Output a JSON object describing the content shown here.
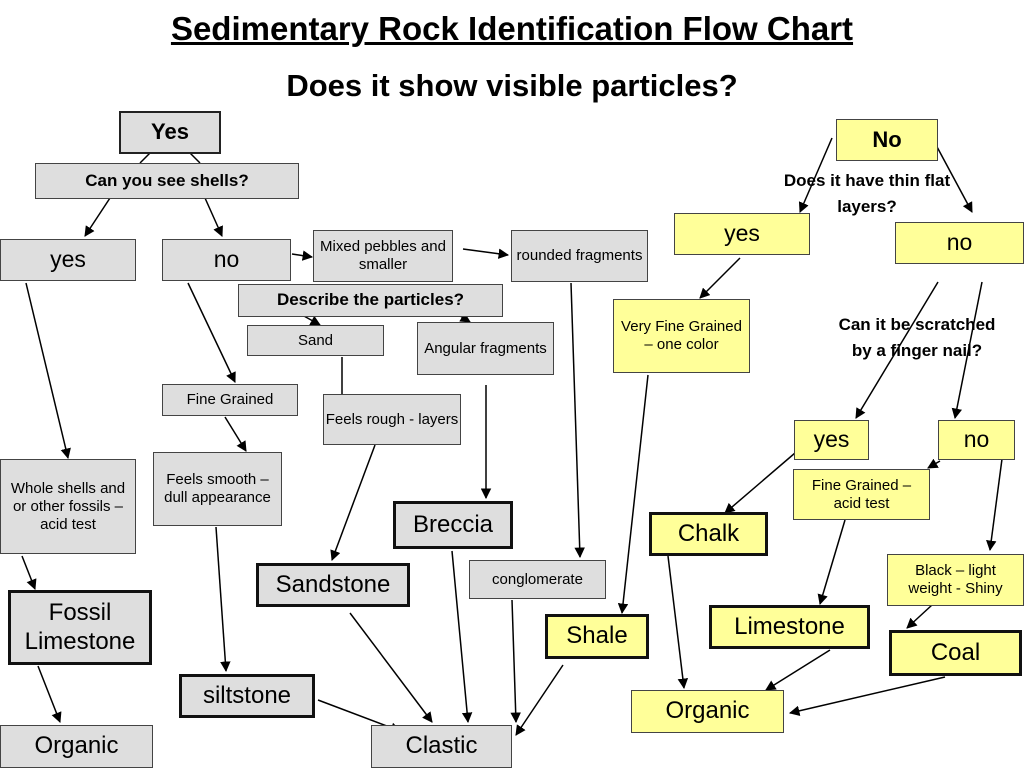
{
  "title": "Sedimentary Rock Identification Flow Chart",
  "question_main": "Does it show visible particles?",
  "left": {
    "yes": "Yes",
    "shells_q": "Can you see shells?",
    "shells_yes": "yes",
    "shells_no": "no",
    "mixed": "Mixed pebbles and smaller",
    "rounded": "rounded fragments",
    "describe_q": "Describe the particles?",
    "sand": "Sand",
    "angular": "Angular fragments",
    "fine_grained": "Fine Grained",
    "feels_rough": "Feels rough - layers",
    "feels_smooth": "Feels smooth – dull appearance",
    "whole_shells": "Whole shells and or other fossils – acid test",
    "breccia": "Breccia",
    "sandstone": "Sandstone",
    "conglomerate": "conglomerate",
    "fossil_limestone": "Fossil Limestone",
    "siltstone": "siltstone",
    "organic": "Organic",
    "clastic": "Clastic",
    "shale": "Shale"
  },
  "right": {
    "no": "No",
    "layers_q": "Does it have thin flat layers?",
    "layers_yes": "yes",
    "layers_no": "no",
    "very_fine": "Very Fine Grained – one color",
    "scratch_q": "Can it be scratched by a finger nail?",
    "scratch_yes": "yes",
    "scratch_no": "no",
    "fine_acid": "Fine Grained – acid test",
    "chalk": "Chalk",
    "black_light": "Black – light weight - Shiny",
    "limestone": "Limestone",
    "coal": "Coal",
    "organic": "Organic"
  }
}
